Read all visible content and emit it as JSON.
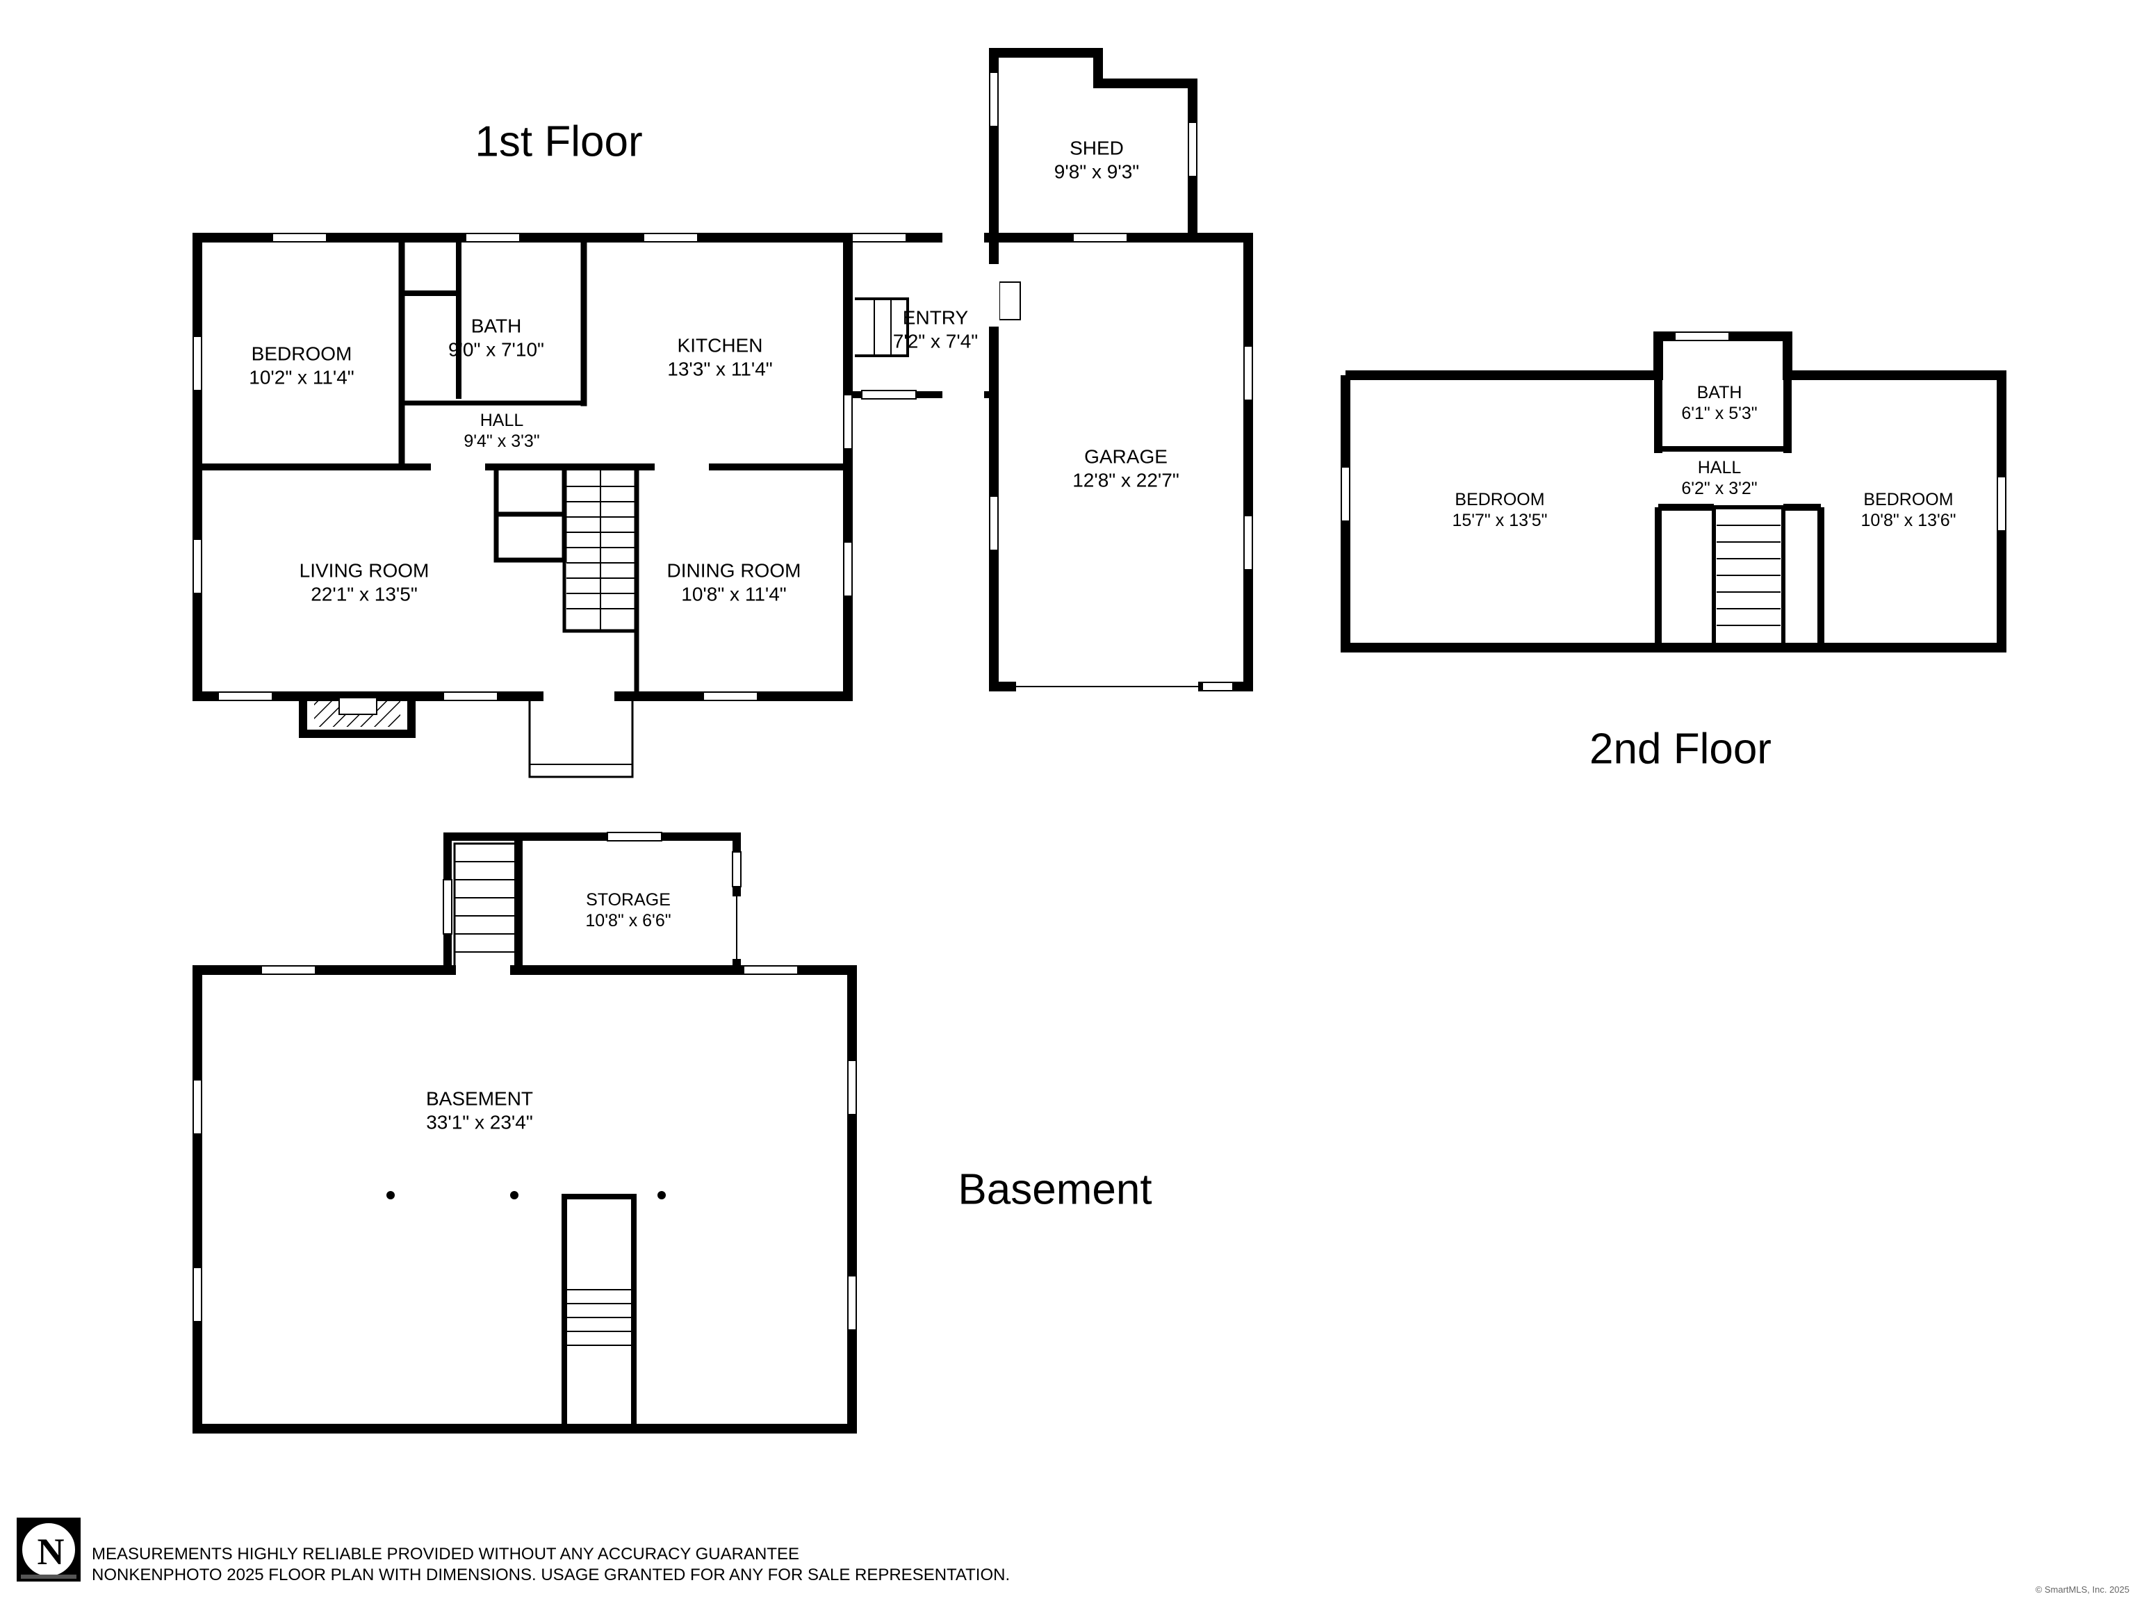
{
  "floors": {
    "first": {
      "title": "1st Floor"
    },
    "second": {
      "title": "2nd Floor"
    },
    "basement": {
      "title": "Basement"
    }
  },
  "rooms": {
    "bedroom1": {
      "name": "BEDROOM",
      "dim": "10'2\" x 11'4\""
    },
    "bath1": {
      "name": "BATH",
      "dim": "9'0\" x 7'10\""
    },
    "kitchen": {
      "name": "KITCHEN",
      "dim": "13'3\" x 11'4\""
    },
    "entry": {
      "name": "ENTRY",
      "dim": "7'2\" x 7'4\""
    },
    "hall1": {
      "name": "HALL",
      "dim": "9'4\" x 3'3\""
    },
    "living": {
      "name": "LIVING ROOM",
      "dim": "22'1\" x 13'5\""
    },
    "dining": {
      "name": "DINING ROOM",
      "dim": "10'8\" x 11'4\""
    },
    "shed": {
      "name": "SHED",
      "dim": "9'8\" x 9'3\""
    },
    "garage": {
      "name": "GARAGE",
      "dim": "12'8\" x 22'7\""
    },
    "bedroom2a": {
      "name": "BEDROOM",
      "dim": "15'7\" x 13'5\""
    },
    "bath2": {
      "name": "BATH",
      "dim": "6'1\" x 5'3\""
    },
    "hall2": {
      "name": "HALL",
      "dim": "6'2\" x 3'2\""
    },
    "bedroom2b": {
      "name": "BEDROOM",
      "dim": "10'8\" x 13'6\""
    },
    "storage": {
      "name": "STORAGE",
      "dim": "10'8\" x 6'6\""
    },
    "basement": {
      "name": "BASEMENT",
      "dim": "33'1\" x 23'4\""
    }
  },
  "footer": {
    "line1": "MEASUREMENTS HIGHLY RELIABLE PROVIDED WITHOUT ANY ACCURACY GUARANTEE",
    "line2": "NONKENPHOTO 2025  FLOOR PLAN WITH DIMENSIONS. USAGE GRANTED FOR ANY FOR SALE REPRESENTATION.",
    "copyright": "© SmartMLS, Inc. 2025"
  },
  "logo": {
    "icon": "n-circle-logo-icon",
    "letter": "N"
  },
  "colors": {
    "wall": "#000000",
    "background": "#ffffff"
  }
}
